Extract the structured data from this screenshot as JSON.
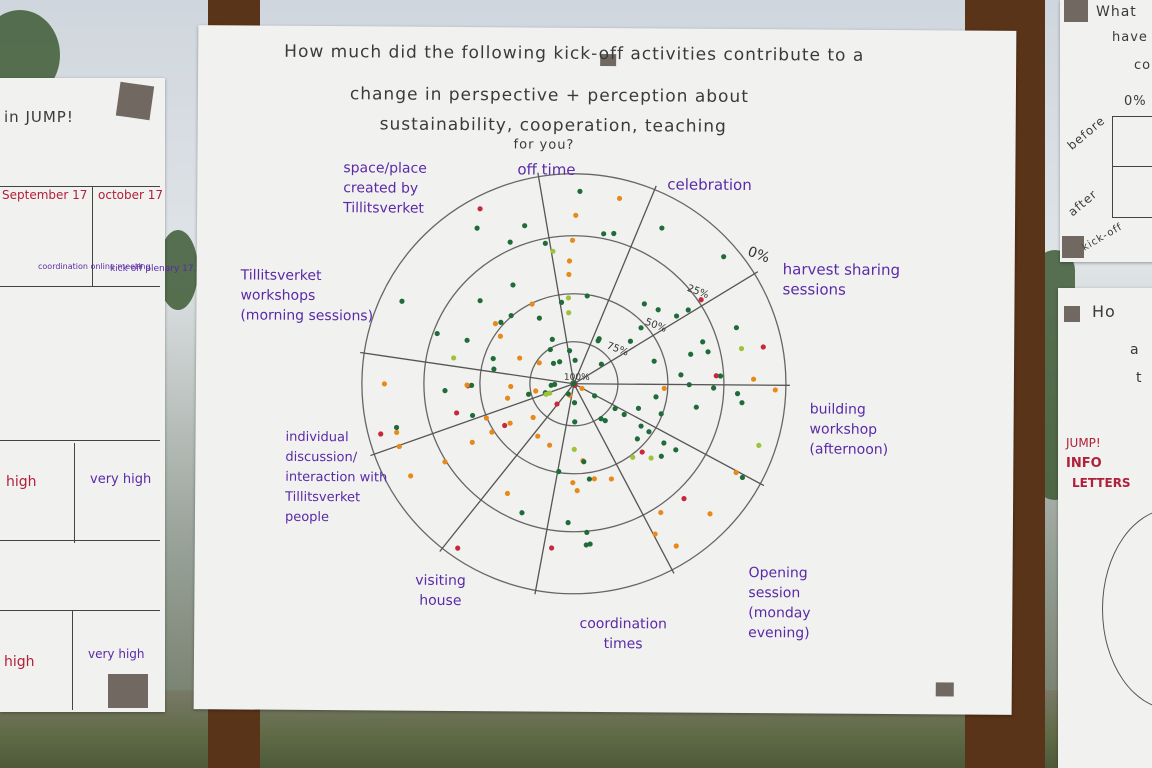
{
  "poster": {
    "question_lines": [
      "How much did the following kick-off activities contribute to a",
      "change in perspective + perception about",
      "sustainability, cooperation, teaching",
      "for you?"
    ],
    "scale_labels": [
      "0%",
      "25%",
      "50%",
      "75%",
      "100%"
    ],
    "segments": [
      "space/place created by Tillitsverket",
      "off time",
      "celebration",
      "harvest sharing sessions",
      "building workshop (afternoon)",
      "Opening session (monday evening)",
      "coordination times",
      "visiting house",
      "individual discussion/ interaction with Tillitsverket people",
      "Tillitsverket workshops (morning sessions)"
    ]
  },
  "left_poster": {
    "title": "in JUMP!",
    "header_cells": [
      "September 17",
      "october 17"
    ],
    "cell_labels": [
      "coordination online meeting",
      "kick off plenary 17.1"
    ],
    "row1": [
      "high",
      "very high"
    ],
    "row2": [
      "high",
      "very high"
    ]
  },
  "right_top_poster": {
    "title": "What",
    "lines": [
      "have",
      "co"
    ],
    "labels": [
      "0%",
      "before",
      "after",
      "kick-off"
    ]
  },
  "right_bottom_poster": {
    "title": "Ho",
    "lines": [
      "a",
      "t"
    ],
    "labels": [
      "JUMP!",
      "INFO",
      "LETTERS"
    ]
  },
  "colors": {
    "dot_green": "#1f6b3a",
    "dot_orange": "#e8891c",
    "dot_red": "#c8283c",
    "dot_yellow": "#9ec23a",
    "ink_purple": "#5a2aa8"
  }
}
